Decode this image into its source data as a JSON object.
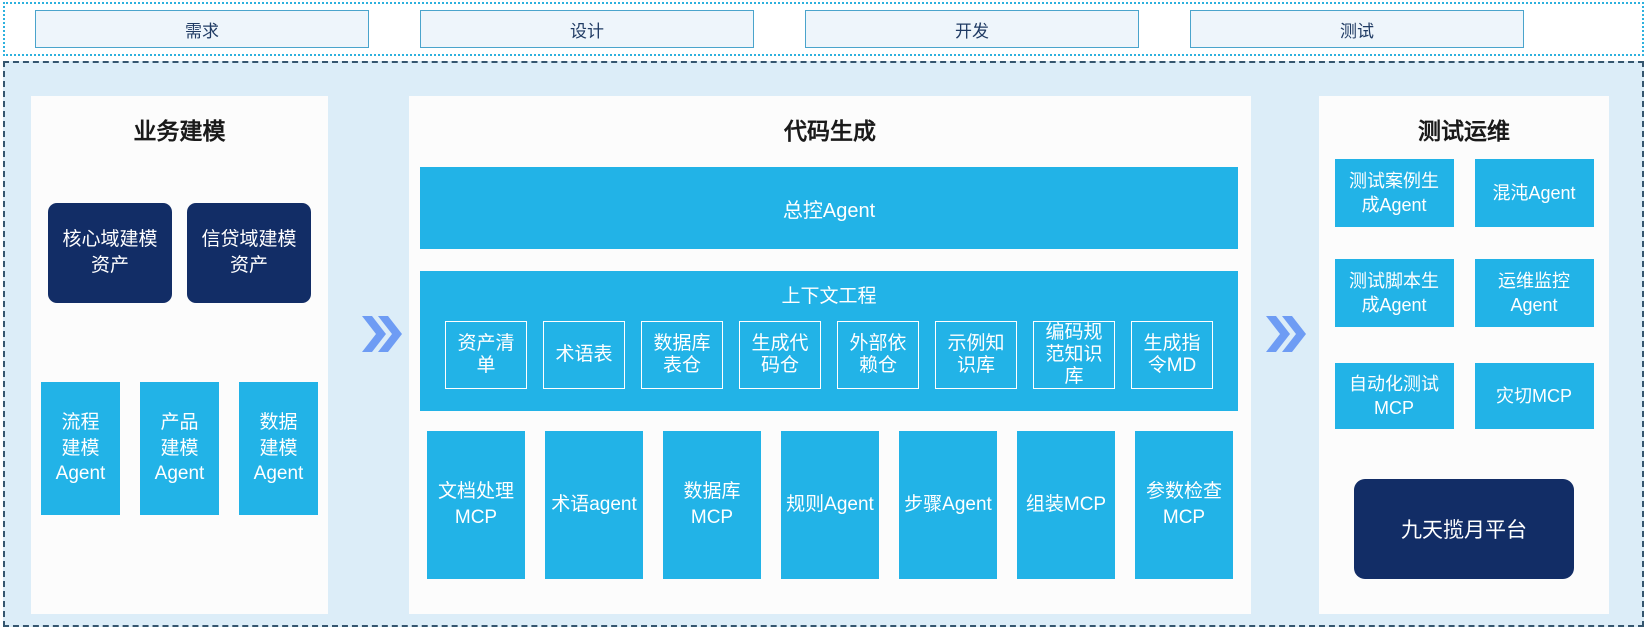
{
  "colors": {
    "cyan": "#22b3e7",
    "navy": "#122d66",
    "chevron": "#6e9cf4",
    "container_bg": "#dcedf8",
    "phase_border": "#4aa4cc",
    "dashed_border": "#35566f"
  },
  "phases": {
    "items": [
      "需求",
      "设计",
      "开发",
      "测试"
    ]
  },
  "left_panel": {
    "title": "业务建模",
    "assets": [
      "核心域建模资产",
      "信贷域建模资产"
    ],
    "agents": [
      "流程建模Agent",
      "产品建模Agent",
      "数据建模Agent"
    ]
  },
  "middle_panel": {
    "title": "代码生成",
    "master_agent": "总控Agent",
    "context": {
      "title": "上下文工程",
      "items": [
        "资产清单",
        "术语表",
        "数据库表仓",
        "生成代码仓",
        "外部依赖仓",
        "示例知识库",
        "编码规范知识库",
        "生成指令MD"
      ]
    },
    "workers": [
      "文档处理MCP",
      "术语agent",
      "数据库MCP",
      "规则Agent",
      "步骤Agent",
      "组装MCP",
      "参数检查MCP"
    ]
  },
  "right_panel": {
    "title": "测试运维",
    "boxes": [
      "测试案例生成Agent",
      "混沌Agent",
      "测试脚本生成Agent",
      "运维监控Agent",
      "自动化测试MCP",
      "灾切MCP"
    ],
    "platform": "九天揽月平台"
  }
}
